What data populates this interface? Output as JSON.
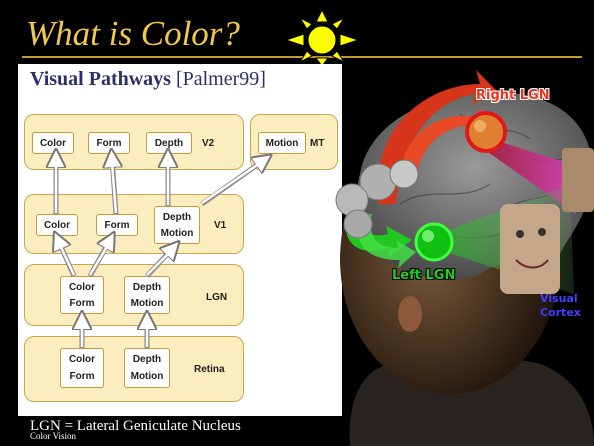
{
  "slide": {
    "title": "What is Color?",
    "footer": "LGN = Lateral Geniculate Nucleus",
    "footnote": "Color Vision"
  },
  "diagram": {
    "title_bold": "Visual Pathways",
    "title_cite": "[Palmer99]",
    "v2": {
      "color": "Color",
      "form": "Form",
      "depth": "Depth",
      "label": "V2"
    },
    "mt": {
      "motion": "Motion",
      "label": "MT"
    },
    "v1": {
      "color": "Color",
      "form": "Form",
      "depth": "Depth",
      "motion": "Motion",
      "label": "V1"
    },
    "lgn": {
      "color": "Color",
      "form": "Form",
      "depth": "Depth",
      "motion": "Motion",
      "label": "LGN"
    },
    "retina": {
      "color": "Color",
      "form": "Form",
      "depth": "Depth",
      "motion": "Motion",
      "label": "Retina"
    }
  },
  "illustration": {
    "right_lgn": "Right LGN",
    "left_lgn": "Left LGN",
    "visual_cortex_1": "Visual",
    "visual_cortex_2": "Cortex",
    "colors": {
      "right": "#e03a1c",
      "left": "#22cc22",
      "cortex_label": "#3a3aff"
    }
  }
}
